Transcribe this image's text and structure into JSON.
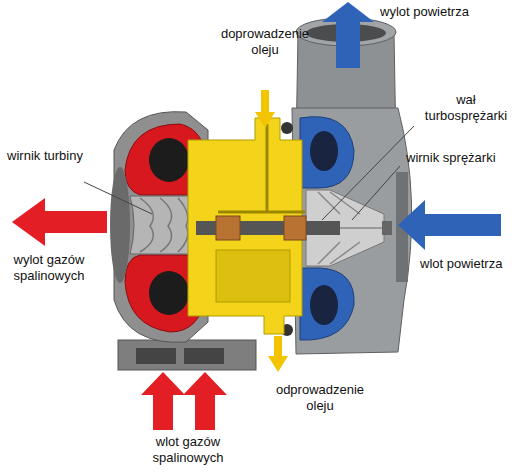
{
  "diagram": {
    "labels": [
      "wylot powietrza",
      "doprowadzenie oleju",
      "wał turbosprężarki",
      "wirnik turbiny",
      "wirnik sprężarki",
      "wylot gazów spalinowych",
      "wlot powietrza",
      "odprowadzenie oleju",
      "wlot gazów spalinowych"
    ]
  }
}
